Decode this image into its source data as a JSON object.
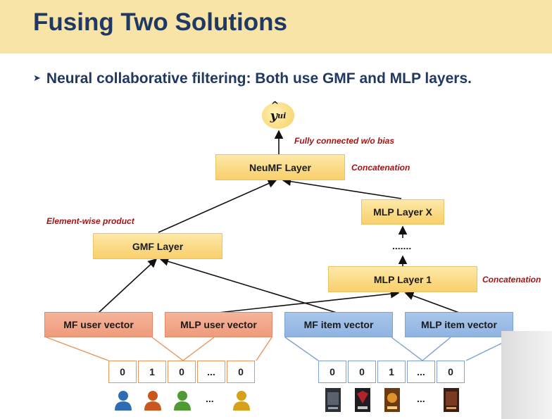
{
  "slide": {
    "title": "Fusing Two Solutions",
    "bullet": "Neural collaborative filtering: Both use GMF and MLP layers."
  },
  "diagram": {
    "output_symbol": "y",
    "output_subscript": "ui",
    "fully_connected_note": "Fully connected w/o bias",
    "neumf_layer": "NeuMF Layer",
    "concatenation_top": "Concatenation",
    "element_wise_note": "Element-wise product",
    "gmf_layer": "GMF Layer",
    "mlp_layer_x": "MLP Layer X",
    "mlp_dots": ".......",
    "mlp_layer_1": "MLP Layer 1",
    "concatenation_mid": "Concatenation",
    "mf_user_vector": "MF user vector",
    "mlp_user_vector": "MLP user vector",
    "mf_item_vector": "MF item vector",
    "mlp_item_vector": "MLP item vector",
    "user_onehot": [
      "0",
      "1",
      "0",
      "...",
      "0"
    ],
    "item_onehot": [
      "0",
      "0",
      "1",
      "...",
      "0"
    ],
    "user_icons_ellipsis": "...",
    "item_icons_ellipsis": "...",
    "user_icon_colors": [
      "#2e6db3",
      "#c9571e",
      "#4f9a35",
      "#d7a019"
    ],
    "item_icon_names": [
      "poster-icon",
      "poster-icon",
      "poster-icon",
      "poster-icon"
    ]
  }
}
